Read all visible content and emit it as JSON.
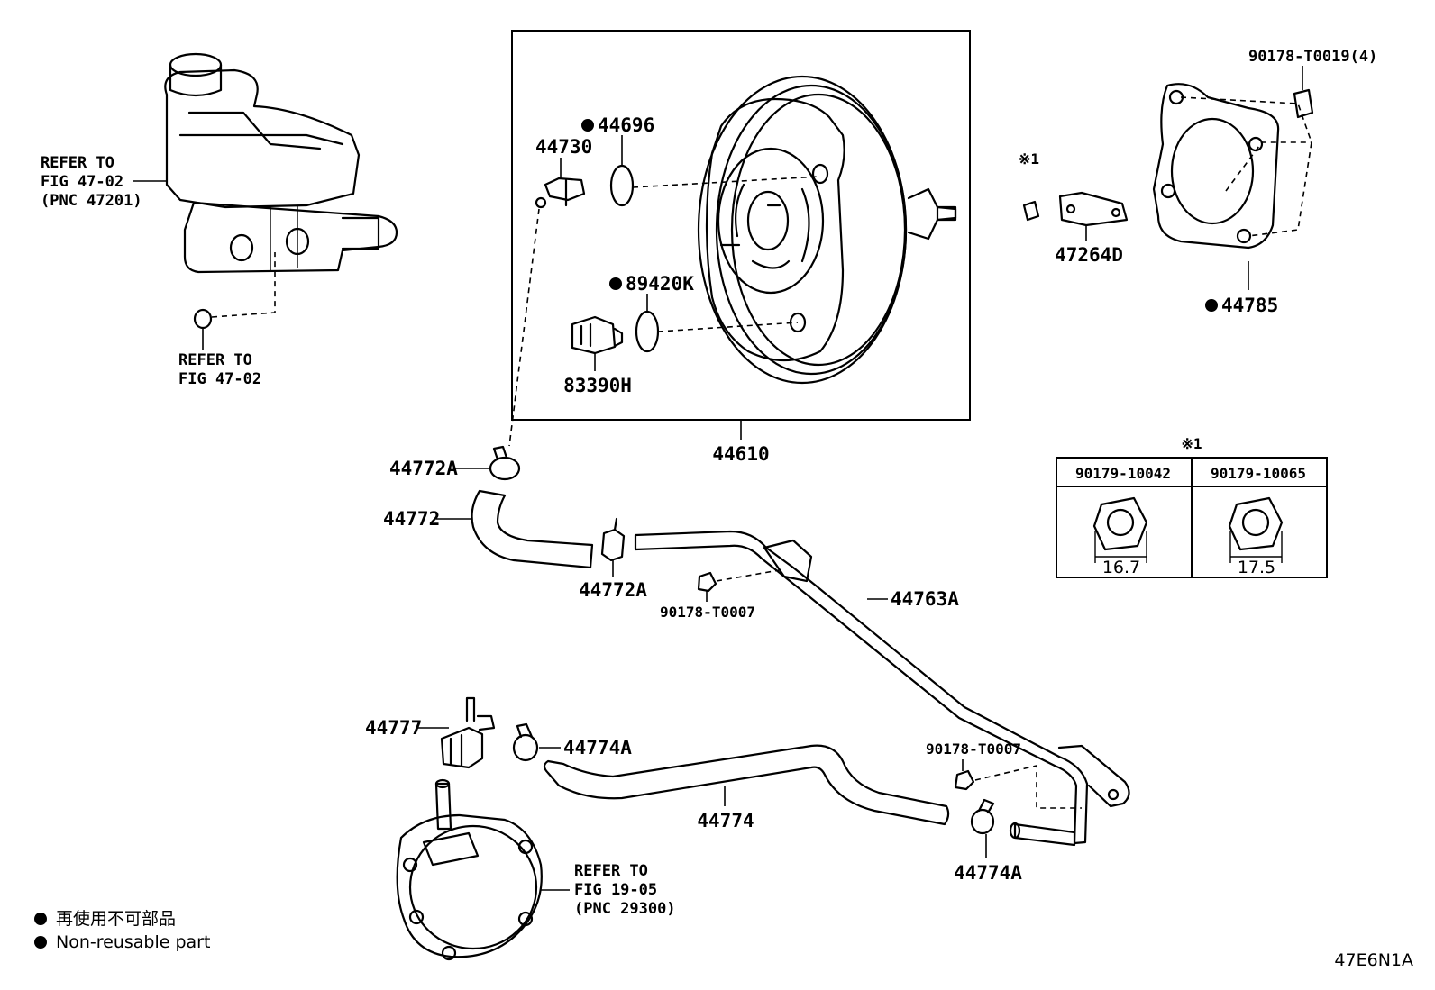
{
  "refs": {
    "master_cyl": [
      "REFER TO",
      "FIG 47-02",
      "(PNC 47201)"
    ],
    "cap": [
      "REFER TO",
      "FIG 47-02"
    ],
    "vacuum_pump": [
      "REFER TO",
      "FIG 19-05",
      "(PNC 29300)"
    ]
  },
  "parts": {
    "p44696": "44696",
    "p44730": "44730",
    "p89420K": "89420K",
    "p83390H": "83390H",
    "p44610": "44610",
    "p90178_T0019": "90178-T0019(4)",
    "p47264D": "47264D",
    "p44785": "44785",
    "p44772A_top": "44772A",
    "p44772": "44772",
    "p44772A_mid": "44772A",
    "p90178_T0007_a": "90178-T0007",
    "p44763A": "44763A",
    "p44777": "44777",
    "p44774A_left": "44774A",
    "p44774": "44774",
    "p90178_T0007_b": "90178-T0007",
    "p44774A_right": "44774A"
  },
  "note_mark": "※1",
  "inset": {
    "mark": "※1",
    "col1": {
      "part": "90179-10042",
      "dim": "16.7"
    },
    "col2": {
      "part": "90179-10065",
      "dim": "17.5"
    }
  },
  "legend": {
    "jp": "再使用不可部品",
    "en": "Non-reusable part"
  },
  "fig_code": "47E6N1A"
}
